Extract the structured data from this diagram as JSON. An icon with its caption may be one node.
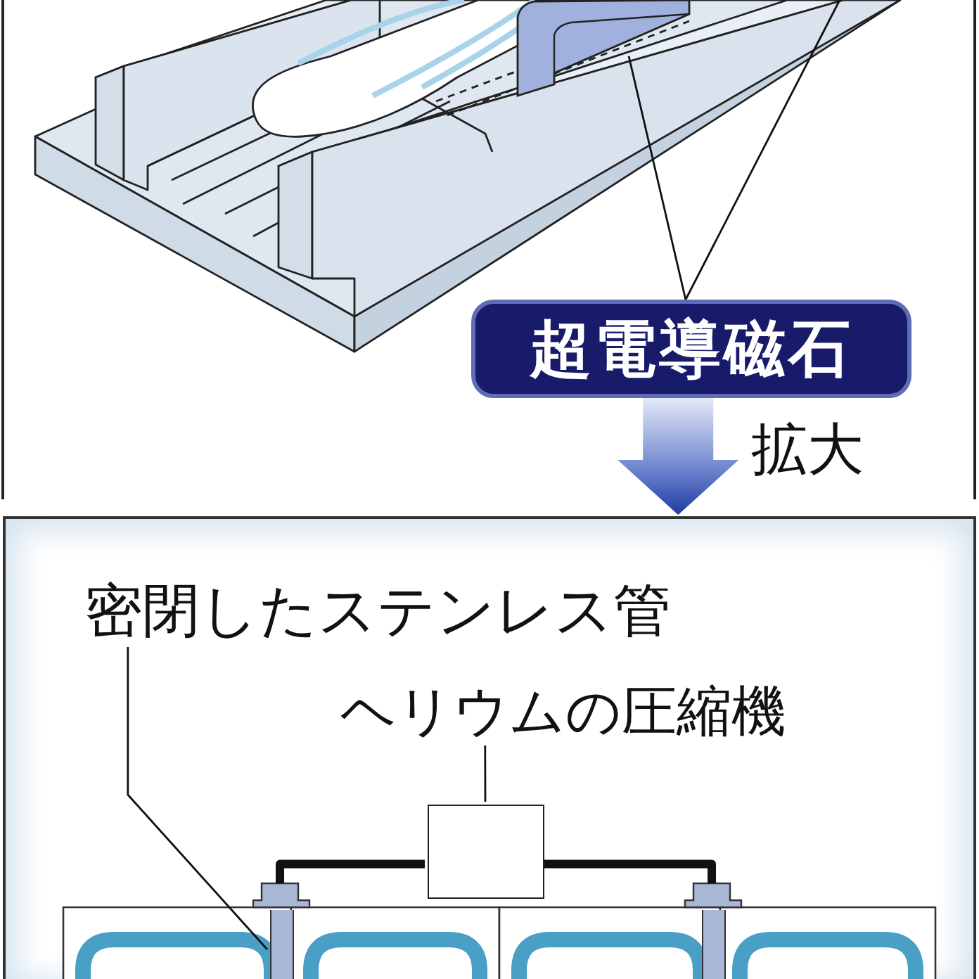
{
  "diagram": {
    "nodes": [
      {
        "text": [
          "超電導磁石"
        ]
      },
      {
        "text": [],
        "shape": "box"
      },
      {
        "text": [],
        "shape": "box"
      },
      {
        "text": [
          "密閉したステンレス管"
        ],
        "in": 2
      },
      {
        "text": [
          "ヘリウムの圧縮機"
        ],
        "in": 2
      },
      {
        "text": [],
        "shape": "box",
        "in": 2
      },
      {
        "text": [],
        "shape": "bar",
        "in": 2
      },
      {
        "text": [],
        "shape": "bar",
        "in": 2
      }
    ],
    "edges": [
      {
        "from": 0,
        "to": 1,
        "arrow": "none"
      },
      {
        "from": 0,
        "to": null,
        "arrow": "none"
      },
      {
        "from": 0,
        "to": 2,
        "arrow": "to",
        "label": "拡大"
      },
      {
        "from": 3,
        "to": 6,
        "arrow": "none"
      },
      {
        "from": 4,
        "to": 5,
        "arrow": "none"
      },
      {
        "from": 5,
        "to": 6,
        "arrow": "none",
        "style": "thick"
      },
      {
        "from": 5,
        "to": 7,
        "arrow": "none",
        "style": "thick"
      }
    ]
  }
}
